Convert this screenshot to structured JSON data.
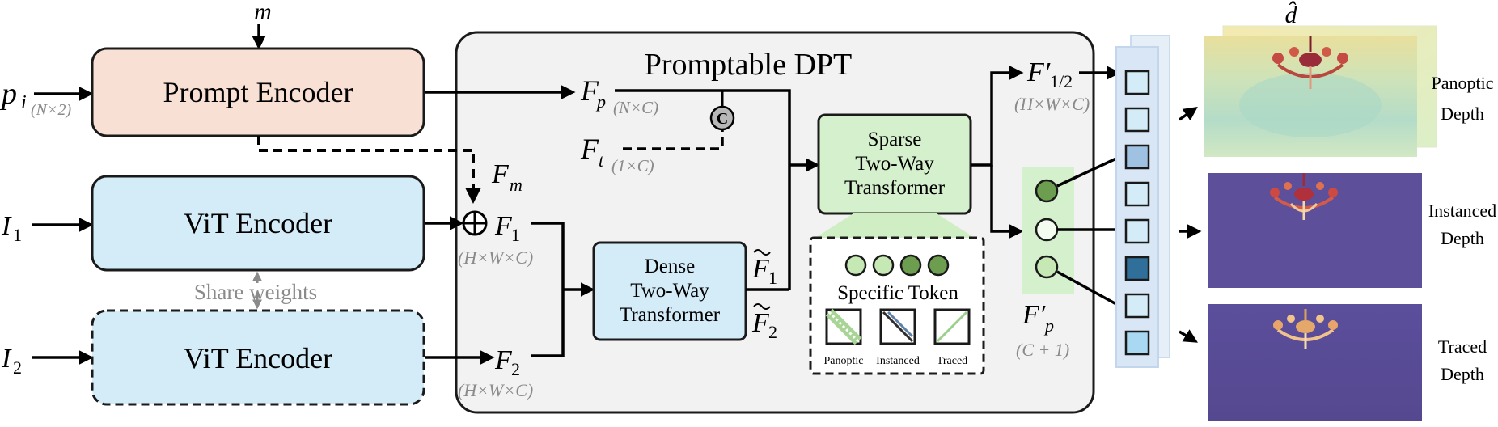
{
  "inputs": {
    "m": "m",
    "p": "p",
    "p_sub": "i",
    "p_dim": "(N×2)",
    "i1": "I",
    "i1_sub": "1",
    "i2": "I",
    "i2_sub": "2"
  },
  "encoders": {
    "prompt": "Prompt Encoder",
    "vit1": "ViT Encoder",
    "vit2": "ViT Encoder",
    "share": "Share weights"
  },
  "dpt": {
    "title": "Promptable DPT",
    "fp": "F",
    "fp_sub": "p",
    "fp_dim": "(N×C)",
    "ft": "F",
    "ft_sub": "t",
    "ft_dim": "(1×C)",
    "concat": "C",
    "fm": "F",
    "fm_sub": "m",
    "f1": "F",
    "f1_sub": "1",
    "f1_dim": "(H×W×C)",
    "f2": "F",
    "f2_sub": "2",
    "f2_dim": "(H×W×C)",
    "dense": [
      "Dense",
      "Two-Way",
      "Transformer"
    ],
    "f1t": "F",
    "f1t_sub": "1",
    "f2t": "F",
    "f2t_sub": "2",
    "sparse": [
      "Sparse",
      "Two-Way",
      "Transformer"
    ],
    "specific": "Specific Token",
    "tok_panoptic": "Panoptic",
    "tok_instanced": "Instanced",
    "tok_traced": "Traced"
  },
  "outputs": {
    "fhalf": "F′",
    "fhalf_sub": "1/2",
    "fhalf_dim": "(H×W×C)",
    "fpp": "F′",
    "fpp_sub": "p",
    "fpp_dim": "(C + 1)",
    "dhat": "d̂",
    "panoptic": [
      "Panoptic",
      "Depth"
    ],
    "instanced": [
      "Instanced",
      "Depth"
    ],
    "traced": [
      "Traced",
      "Depth"
    ]
  },
  "colors": {
    "prompt_fill": "#f8e0d4",
    "vit_fill": "#d3ecf8",
    "dpt_fill": "#f2f2f2",
    "dense_fill": "#d3ecf8",
    "sparse_fill": "#d5f0cc",
    "token_green": "#6d9e4f",
    "token_light": "#c6e8b4",
    "depth_purple": "#5d4f9a"
  }
}
